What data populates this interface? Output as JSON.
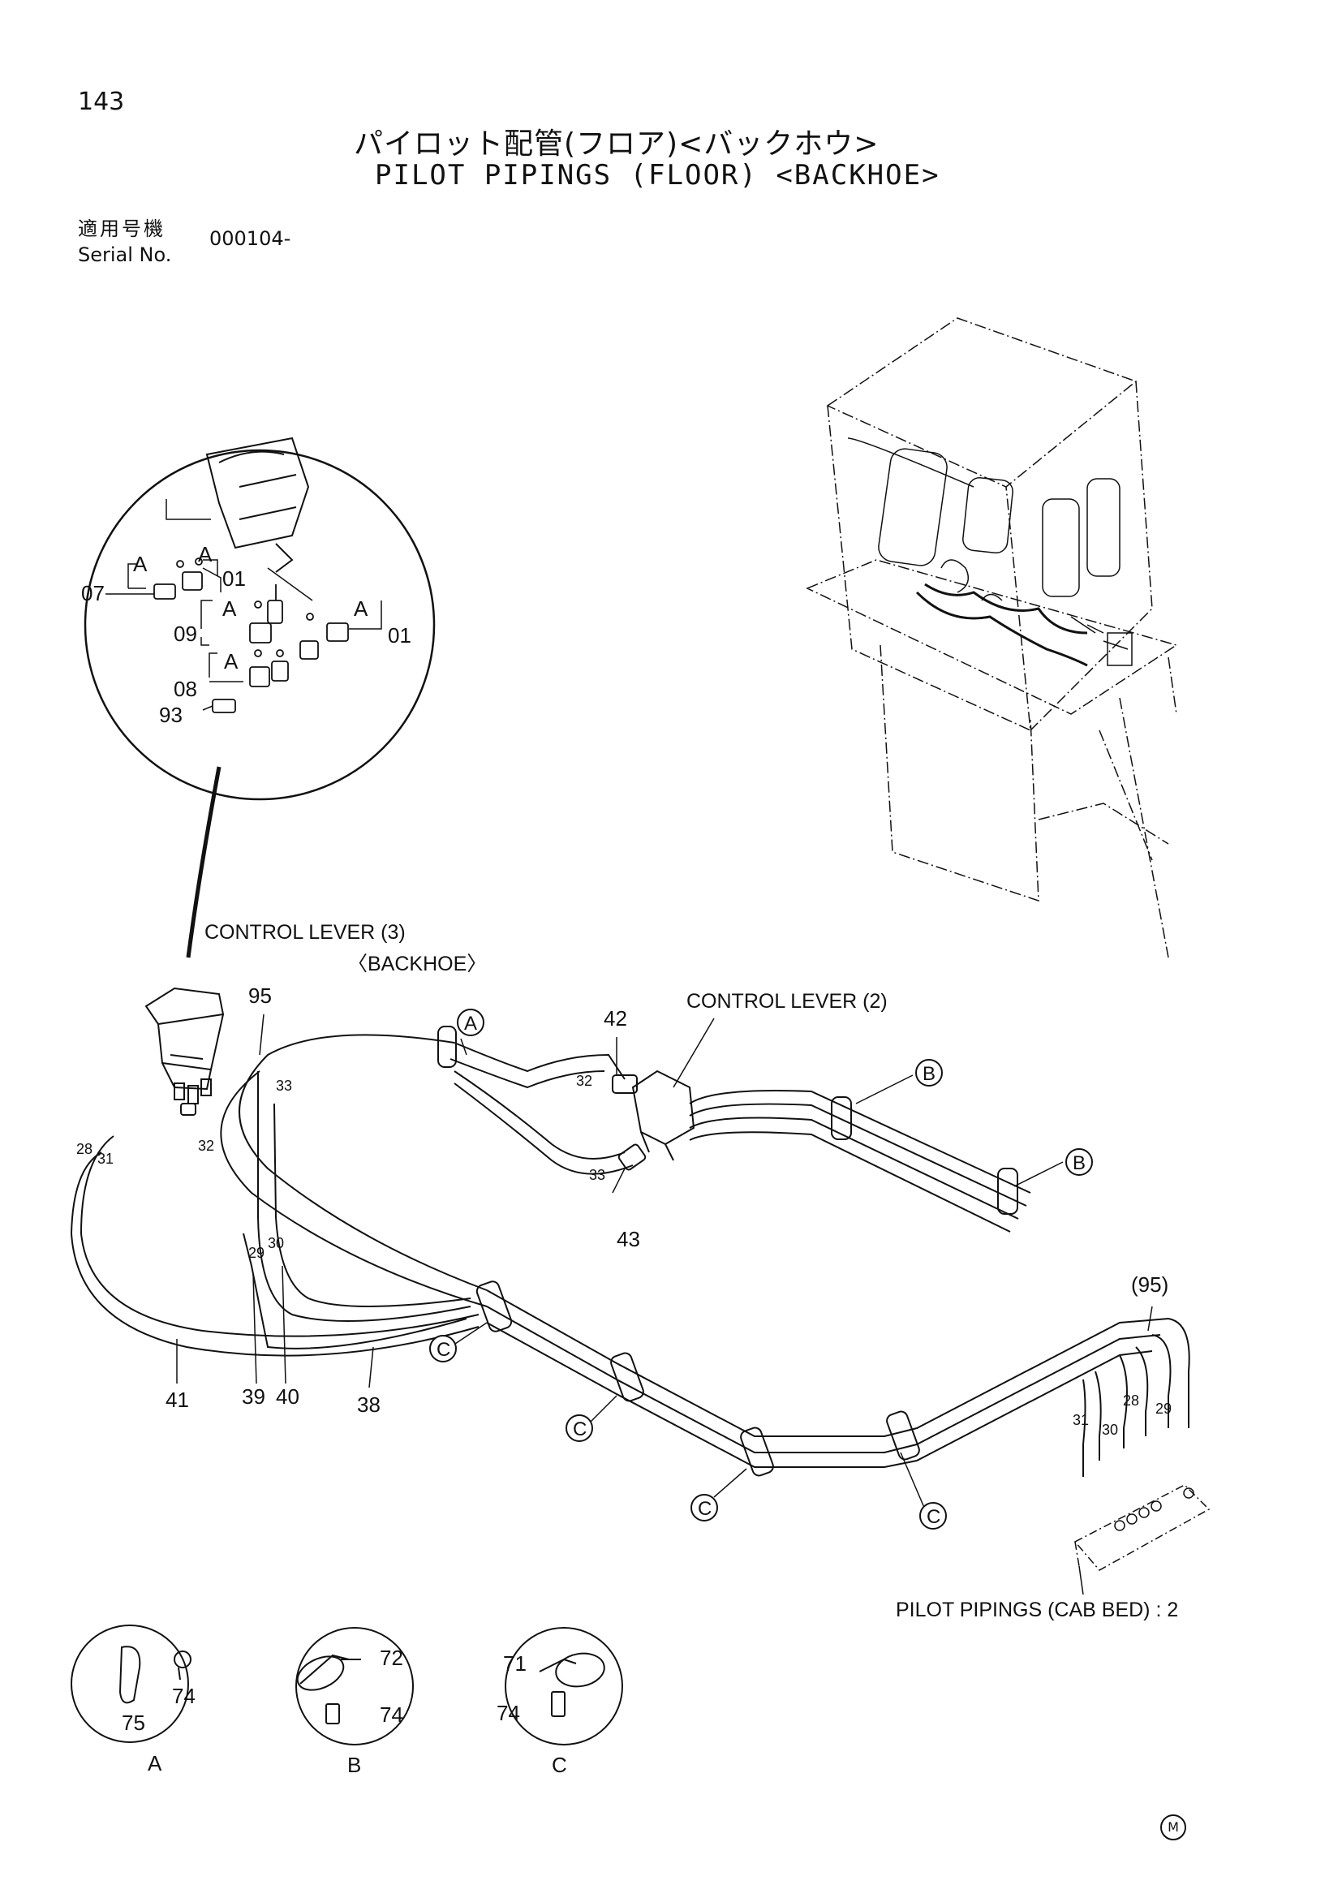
{
  "header": {
    "page_number": "143",
    "title_jp": "パイロット配管(フロア)<バックホウ>",
    "title_en": "PILOT PIPINGS (FLOOR) <BACKHOE>",
    "serial_label_jp": "適用号機",
    "serial_label_en": "Serial No.",
    "serial_value": "000104-"
  },
  "labels": {
    "control_lever_3": "CONTROL LEVER (3)",
    "backhoe": "〈BACKHOE〉",
    "control_lever_2": "CONTROL LEVER (2)",
    "cab_bed": "PILOT PIPINGS (CAB BED) : 2"
  },
  "detail_circle": {
    "a_left": "A",
    "a_right": "A",
    "a_mid_left": "A",
    "a_mid_right": "A",
    "a_lower": "A",
    "p07": "07",
    "p01_top": "01",
    "p09": "09",
    "p01_right": "01",
    "p08": "08",
    "p93": "93"
  },
  "part_numbers": {
    "p95": "95",
    "p42": "42",
    "p43": "43",
    "p33_top": "33",
    "p32_top": "32",
    "p33_mid": "33",
    "p32_lever": "32",
    "p28": "28",
    "p31": "31",
    "p29": "29",
    "p30": "30",
    "p41": "41",
    "p39": "39",
    "p40": "40",
    "p38": "38",
    "p95_paren": "(95)",
    "p31_r": "31",
    "p30_r": "30",
    "p28_r": "28",
    "p29_r": "29"
  },
  "callouts": {
    "a": "A",
    "b1": "B",
    "b2": "B",
    "c1": "C",
    "c2": "C",
    "c3": "C",
    "c4": "C"
  },
  "clamp_details": {
    "a": {
      "letter": "A",
      "p75": "75",
      "p74": "74"
    },
    "b": {
      "letter": "B",
      "p72": "72",
      "p74": "74"
    },
    "c": {
      "letter": "C",
      "p71": "71",
      "p74": "74"
    }
  },
  "footer_mark": "M"
}
